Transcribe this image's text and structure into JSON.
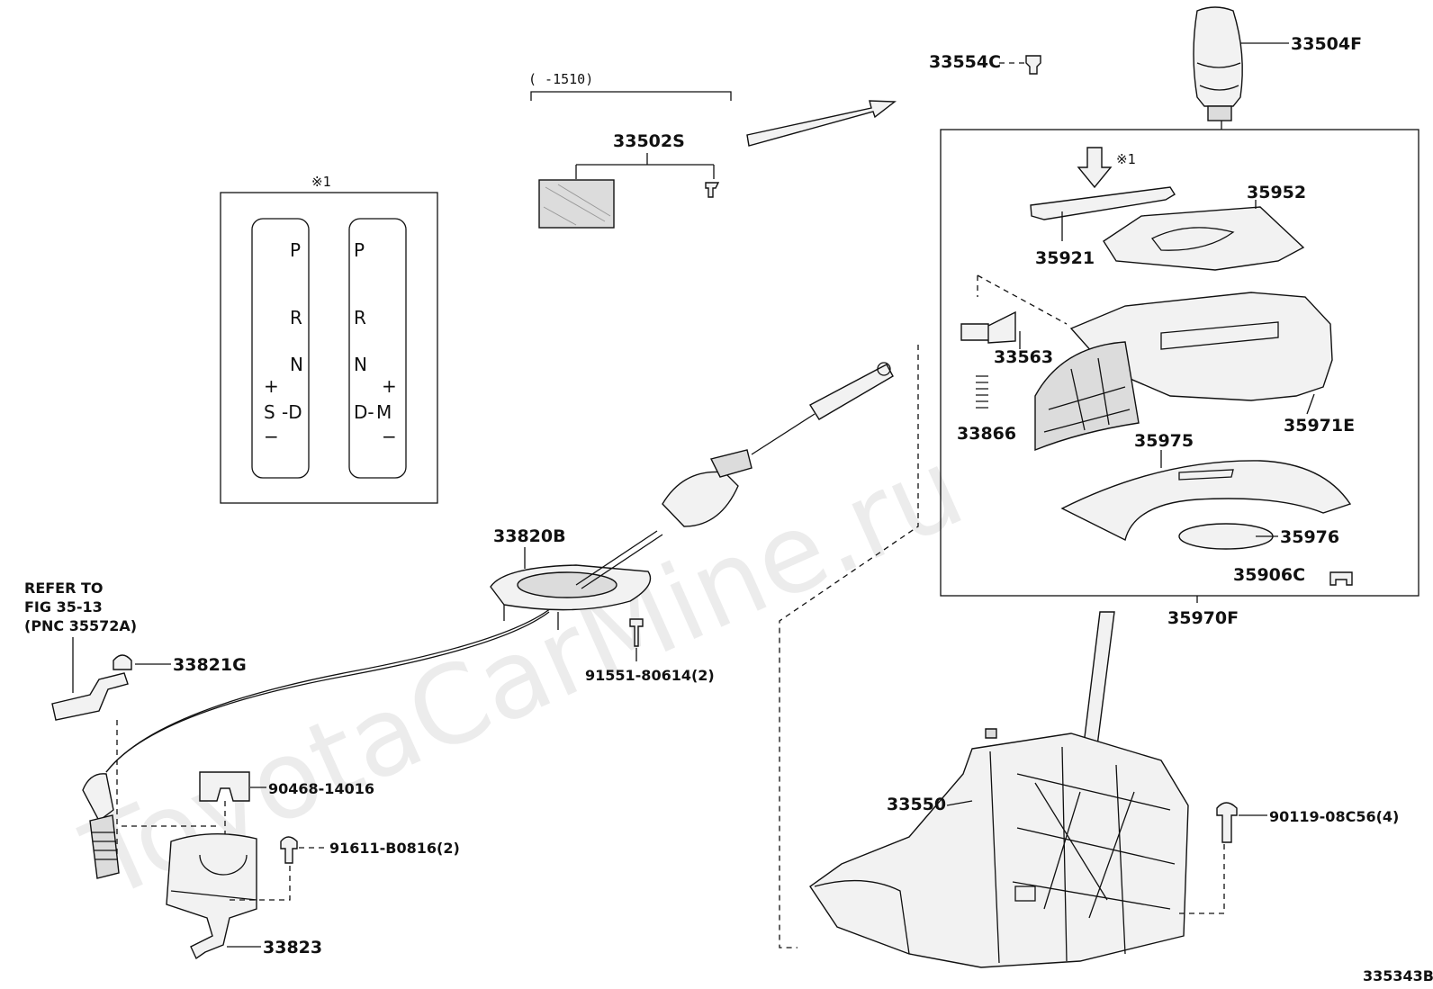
{
  "diagram_code": "335343B",
  "watermark": "ToyotaCarMine.ru",
  "date_range_note": "(      -1510)",
  "reference_marker": "※1",
  "refer_note": {
    "line1": "REFER TO",
    "line2": "FIG 35-13",
    "line3": "(PNC 35572A)"
  },
  "gate_plate": {
    "marker": "※1",
    "left": {
      "p": "P",
      "r": "R",
      "n": "N",
      "plus": "+",
      "s": "S",
      "d": "-D",
      "minus": "−"
    },
    "right": {
      "p": "P",
      "r": "R",
      "n": "N",
      "plus": "+",
      "d": "D-",
      "m": "M",
      "minus": "−"
    }
  },
  "parts": {
    "p33554C": "33554C",
    "p33504F": "33504F",
    "p33502S": "33502S",
    "p35952": "35952",
    "p35921": "35921",
    "p33563": "33563",
    "p33866": "33866",
    "p35971E": "35971E",
    "p35975": "35975",
    "p35976": "35976",
    "p35906C": "35906C",
    "p35970F": "35970F",
    "p33820B": "33820B",
    "p33821G": "33821G",
    "p91551": "91551-80614(2)",
    "p90468": "90468-14016",
    "p91611": "91611-B0816(2)",
    "p33823": "33823",
    "p33550": "33550",
    "p90119": "90119-08C56(4)"
  }
}
